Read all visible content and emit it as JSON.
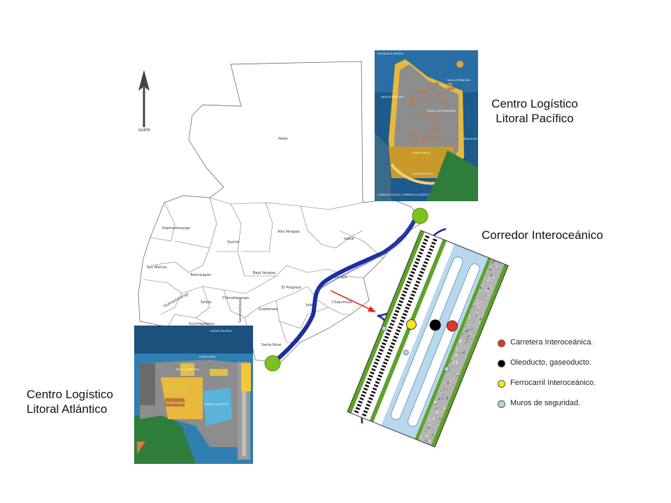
{
  "titles": {
    "pacific_line1": "Centro Logístico",
    "pacific_line2": "Litoral Pacífico",
    "atlantic_line1": "Centro Logístico",
    "atlantic_line2": "Litoral Atlántico",
    "corridor": "Corredor Interoceánico"
  },
  "map": {
    "north_label": "NORTE",
    "departments": [
      "Petén",
      "Huehuetenango",
      "Quiché",
      "Alta Verapaz",
      "Izabal",
      "San Marcos",
      "Totonicapán",
      "Baja Verapaz",
      "El Progreso",
      "Zacapa",
      "Quetzaltenango",
      "Sololá",
      "Chimaltenango",
      "Guatemala",
      "Jalapa",
      "Chiquimula",
      "Sacatepéquez",
      "Suchitepéquez",
      "Santa Rosa"
    ],
    "line_color": "#1c2f9e",
    "node_color": "#7dc21e"
  },
  "legend": [
    {
      "label": "Carretera Interoceánica.",
      "color": "#e8352a"
    },
    {
      "label": "Oleoducto, gaseoducto.",
      "color": "#000000"
    },
    {
      "label": "Ferrocarril Interoceánico.",
      "color": "#f3e81e"
    },
    {
      "label": "Muros de seguridad.",
      "color": "#a9d8de"
    }
  ],
  "insets": {
    "pacific_texts": [
      "VIALIDAD ATLANTICO",
      "MUELLE PRINCIPAL",
      "MUELLE PRINCIPAL",
      "PATIO CONTENEDORES",
      "MUELLE DE SERVICIO PORTUARIO",
      "ZONA FRANCA",
      "ZONA DE CARGA",
      "CONEXIÓN CON EL CORREDOR LOGÍSTICO"
    ],
    "atlantic_texts": [
      "OCÉANO PACÍFICO",
      "PLATAFORMA",
      "MUELLE PRINCIPAL",
      "ZONA FRANCA",
      "CENTRO LOGÍSTICO"
    ]
  }
}
